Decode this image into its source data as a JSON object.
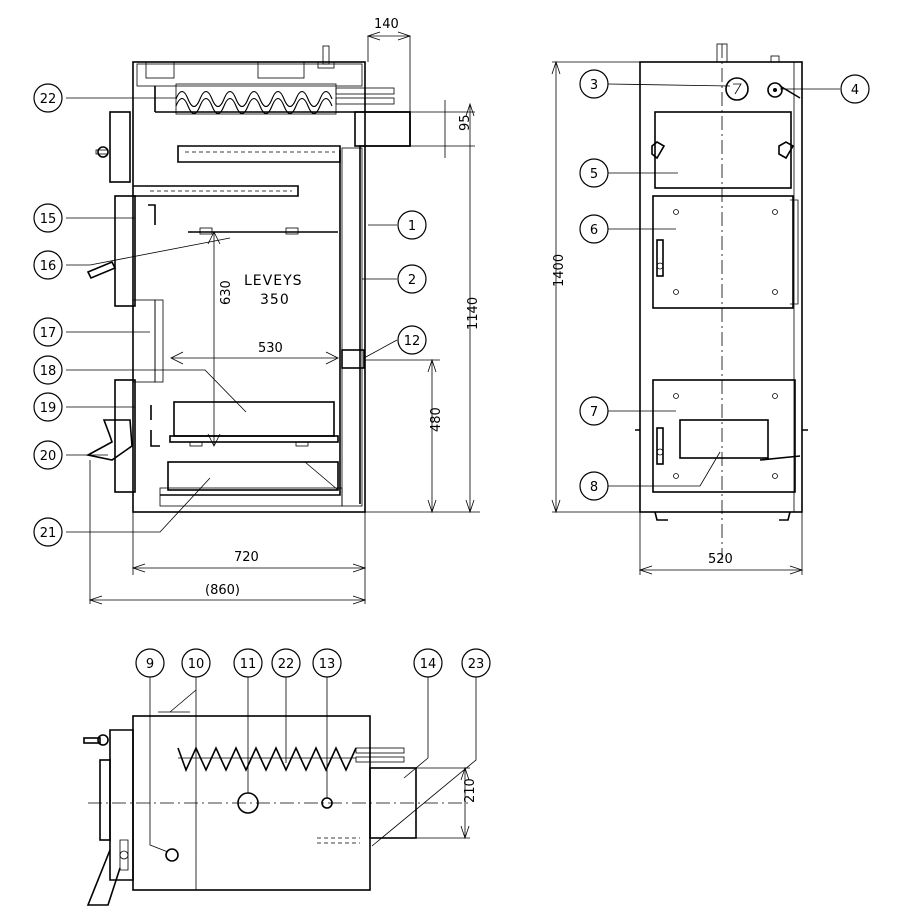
{
  "model_label": "LEVEYS",
  "model_number": "350",
  "dimensions": {
    "d140": "140",
    "d95": "95",
    "d630": "630",
    "d530": "530",
    "d1140": "1140",
    "d480": "480",
    "d720": "720",
    "d860": "(860)",
    "d1400": "1400",
    "d520": "520",
    "d210": "210"
  },
  "callouts": {
    "c1": "1",
    "c2": "2",
    "c3": "3",
    "c4": "4",
    "c5": "5",
    "c6": "6",
    "c7": "7",
    "c8": "8",
    "c9": "9",
    "c10": "10",
    "c11": "11",
    "c12": "12",
    "c13": "13",
    "c14": "14",
    "c15": "15",
    "c16": "16",
    "c17": "17",
    "c18": "18",
    "c19": "19",
    "c20": "20",
    "c21": "21",
    "c22": "22",
    "c22b": "22",
    "c23": "23"
  }
}
